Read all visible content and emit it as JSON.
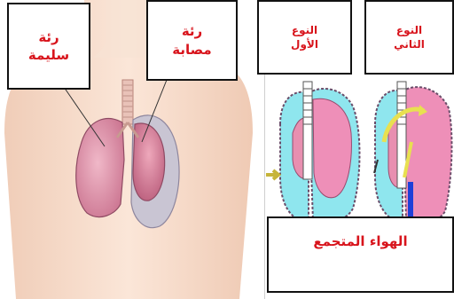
{
  "left_figure": {
    "label_healthy_line1": "رئة",
    "label_healthy_line2": "سليمة",
    "label_injured_line1": "رئة",
    "label_injured_line2": "مصابة"
  },
  "right_figure": {
    "type1_line1": "النوع",
    "type1_line2": "الأول",
    "type2_line1": "النوع",
    "type2_line2": "الثاني",
    "air_label": "الهواء المتجمع"
  },
  "colors": {
    "label_text": "#d8141c",
    "lung_pink": "#e89ab0",
    "pleura_cyan": "#8fe6ee",
    "skin": "#f6dcca"
  }
}
